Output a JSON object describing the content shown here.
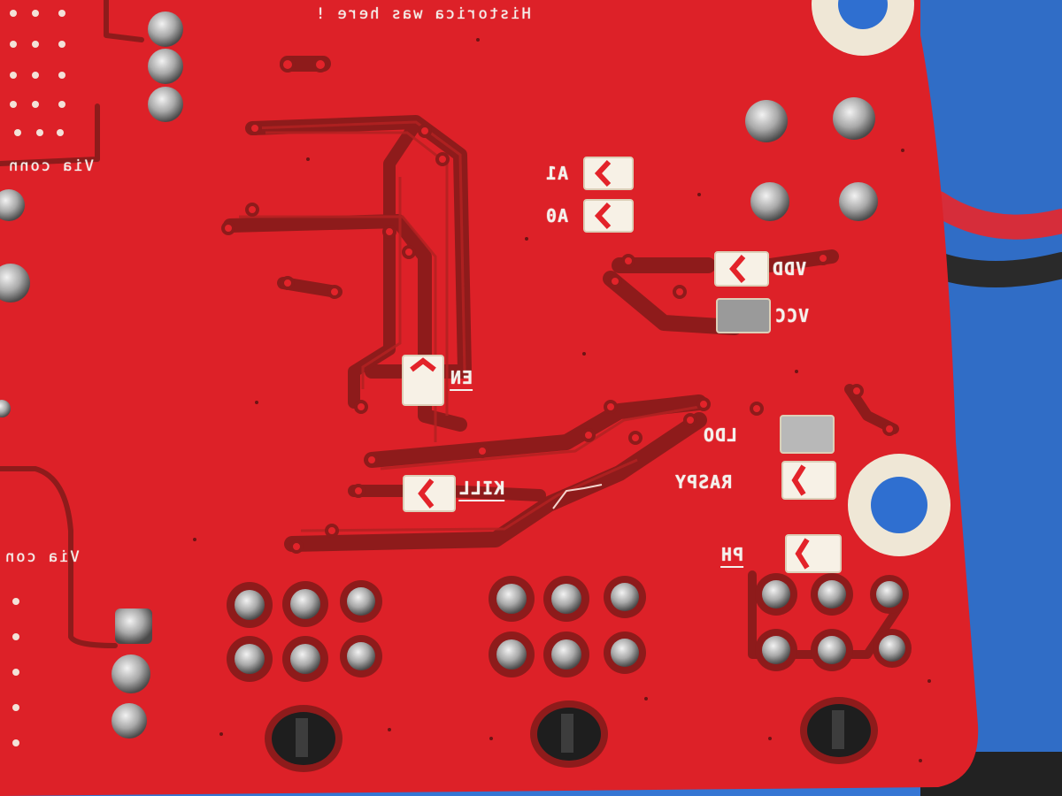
{
  "photo": {
    "subject": "red-pcb-back-side",
    "colors": {
      "background_desk": "#2f6fd0",
      "pcb_red": "#e3232a",
      "trace_dark": "#8e1b1b",
      "silkscreen": "#f4f1ec",
      "solder": "#c9c9c9"
    }
  },
  "silkscreen": {
    "top_text": "Historica was here !",
    "via_label_upper": "Via conn",
    "via_label_lower": "Via con",
    "pad_labels": {
      "a1": "A1",
      "a0": "A0",
      "vdd": "VDD",
      "vcc": "VCC",
      "en": "EN",
      "kill": "KILL",
      "ldo": "LDO",
      "raspy": "RASPY",
      "ph": "PH"
    }
  }
}
